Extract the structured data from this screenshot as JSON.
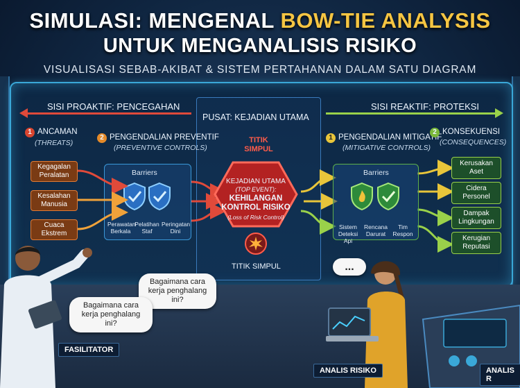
{
  "header": {
    "title_part1": "SIMULASI: MENGENAL ",
    "title_highlight": "BOW-TIE ANALYSIS",
    "title_line2": "UNTUK MENGANALISIS RISIKO",
    "subtitle": "VISUALISASI SEBAB-AKIBAT & SISTEM PERTAHANAN DALAM SATU DIAGRAM"
  },
  "left_side": {
    "heading": "SISI PROAKTIF: PENCEGAHAN",
    "threats_num": "1",
    "threats_title": "ANCAMAN",
    "threats_sub": "(THREATS)",
    "threats": [
      "Kegagalan Peralatan",
      "Kesalahan Manusia",
      "Cuaca Ekstrem"
    ],
    "preventive_num": "2",
    "preventive_title": "PENGENDALIAN PREVENTIF",
    "preventive_sub": "(PREVENTIVE CONTROLS)",
    "barriers_label": "Barriers",
    "barriers": [
      "Perawatan Berkala",
      "Pelatihan Staf",
      "Peringatan Dini"
    ]
  },
  "center": {
    "heading": "PUSAT: KEJADIAN UTAMA",
    "knot_top": "TITIK SIMPUL",
    "event_title": "KEJADIAN UTAMA",
    "event_sub": "(TOP EVENT):",
    "event_main": "KEHILANGAN KONTROL RISIKO",
    "event_en": "(Loss of Risk Control)",
    "knot_bottom": "TITIK SIMPUL"
  },
  "right_side": {
    "heading": "SISI REAKTIF: PROTEKSI",
    "mitigative_num": "1",
    "mitigative_title": "PENGENDALIAN MITIGATIF",
    "mitigative_sub": "(MITIGATIVE CONTROLS)",
    "barriers_label": "Barriers",
    "barriers": [
      "Sistem Deteksi Api",
      "Rencana Darurat",
      "Tim Respon"
    ],
    "consequences_num": "2",
    "consequences_title": "KONSEKUENSI",
    "consequences_sub": "(CONSEQUENCES)",
    "consequences": [
      "Kerusakan Aset",
      "Cidera Personel",
      "Dampak Lingkungan",
      "Kerugian Reputasi"
    ]
  },
  "people": {
    "bubble1": "Bagaimana cara kerja penghalang ini?",
    "bubble2": "Bagaimana cara kerja penghalang ini?",
    "thinking": "...",
    "facilitator_tag": "FASILITATOR",
    "analyst_tag": "ANALIS RISIKO",
    "analyst2_tag": "ANALIS R"
  },
  "colors": {
    "threat": "#e27b34",
    "preventive": "#3a98d8",
    "event": "#e03030",
    "mitigative": "#6cc04a",
    "consequence": "#9ad14a",
    "highlight": "#f5c542"
  }
}
